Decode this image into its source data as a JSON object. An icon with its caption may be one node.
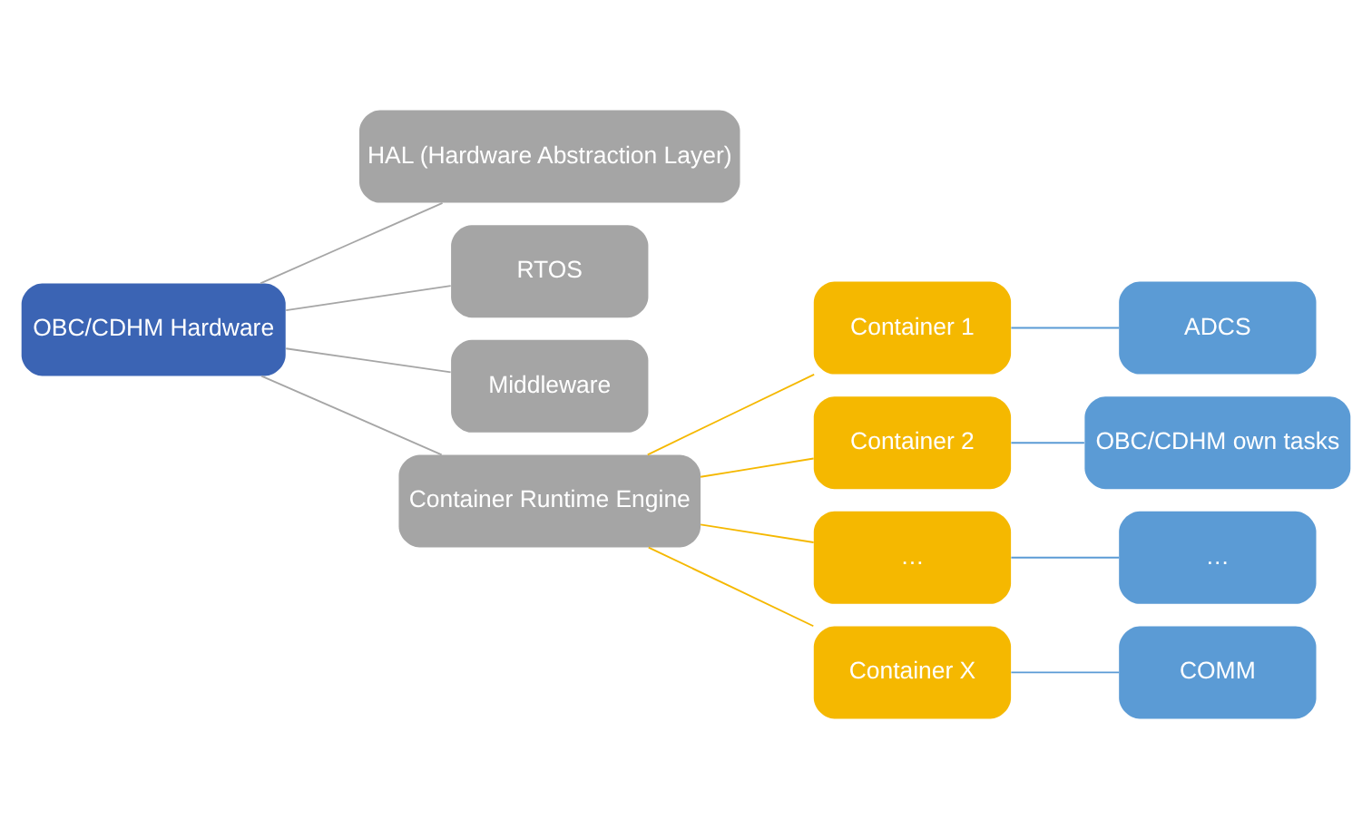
{
  "diagram": {
    "nodes": [
      {
        "text": [
          "OBC/CDHM Hardware"
        ]
      },
      {
        "text": [
          "HAL (Hardware Abstraction Layer)"
        ]
      },
      {
        "text": [
          "RTOS"
        ]
      },
      {
        "text": [
          "Middleware"
        ]
      },
      {
        "text": [
          "Container Runtime Engine"
        ]
      },
      {
        "text": [
          "Container 1"
        ]
      },
      {
        "text": [
          "Container 2"
        ]
      },
      {
        "text": [
          "…"
        ]
      },
      {
        "text": [
          "Container X"
        ]
      },
      {
        "text": [
          "ADCS"
        ]
      },
      {
        "text": [
          "OBC/CDHM own tasks"
        ]
      },
      {
        "text": [
          "…"
        ]
      },
      {
        "text": [
          "COMM"
        ]
      }
    ],
    "edges": [
      {
        "from": 0,
        "to": 1,
        "arrow": "none",
        "color": "#a6a6a6"
      },
      {
        "from": 0,
        "to": 2,
        "arrow": "none",
        "color": "#a6a6a6"
      },
      {
        "from": 0,
        "to": 3,
        "arrow": "none",
        "color": "#a6a6a6"
      },
      {
        "from": 0,
        "to": 4,
        "arrow": "none",
        "color": "#a6a6a6"
      },
      {
        "from": 4,
        "to": 5,
        "arrow": "none",
        "color": "#f5b800"
      },
      {
        "from": 4,
        "to": 6,
        "arrow": "none",
        "color": "#f5b800"
      },
      {
        "from": 4,
        "to": 7,
        "arrow": "none",
        "color": "#f5b800"
      },
      {
        "from": 4,
        "to": 8,
        "arrow": "none",
        "color": "#f5b800"
      },
      {
        "from": 5,
        "to": 9,
        "arrow": "none",
        "color": "#5b9bd5"
      },
      {
        "from": 6,
        "to": 10,
        "arrow": "none",
        "color": "#5b9bd5"
      },
      {
        "from": 7,
        "to": 11,
        "arrow": "none",
        "color": "#5b9bd5"
      },
      {
        "from": 8,
        "to": 12,
        "arrow": "none",
        "color": "#5b9bd5"
      }
    ]
  }
}
